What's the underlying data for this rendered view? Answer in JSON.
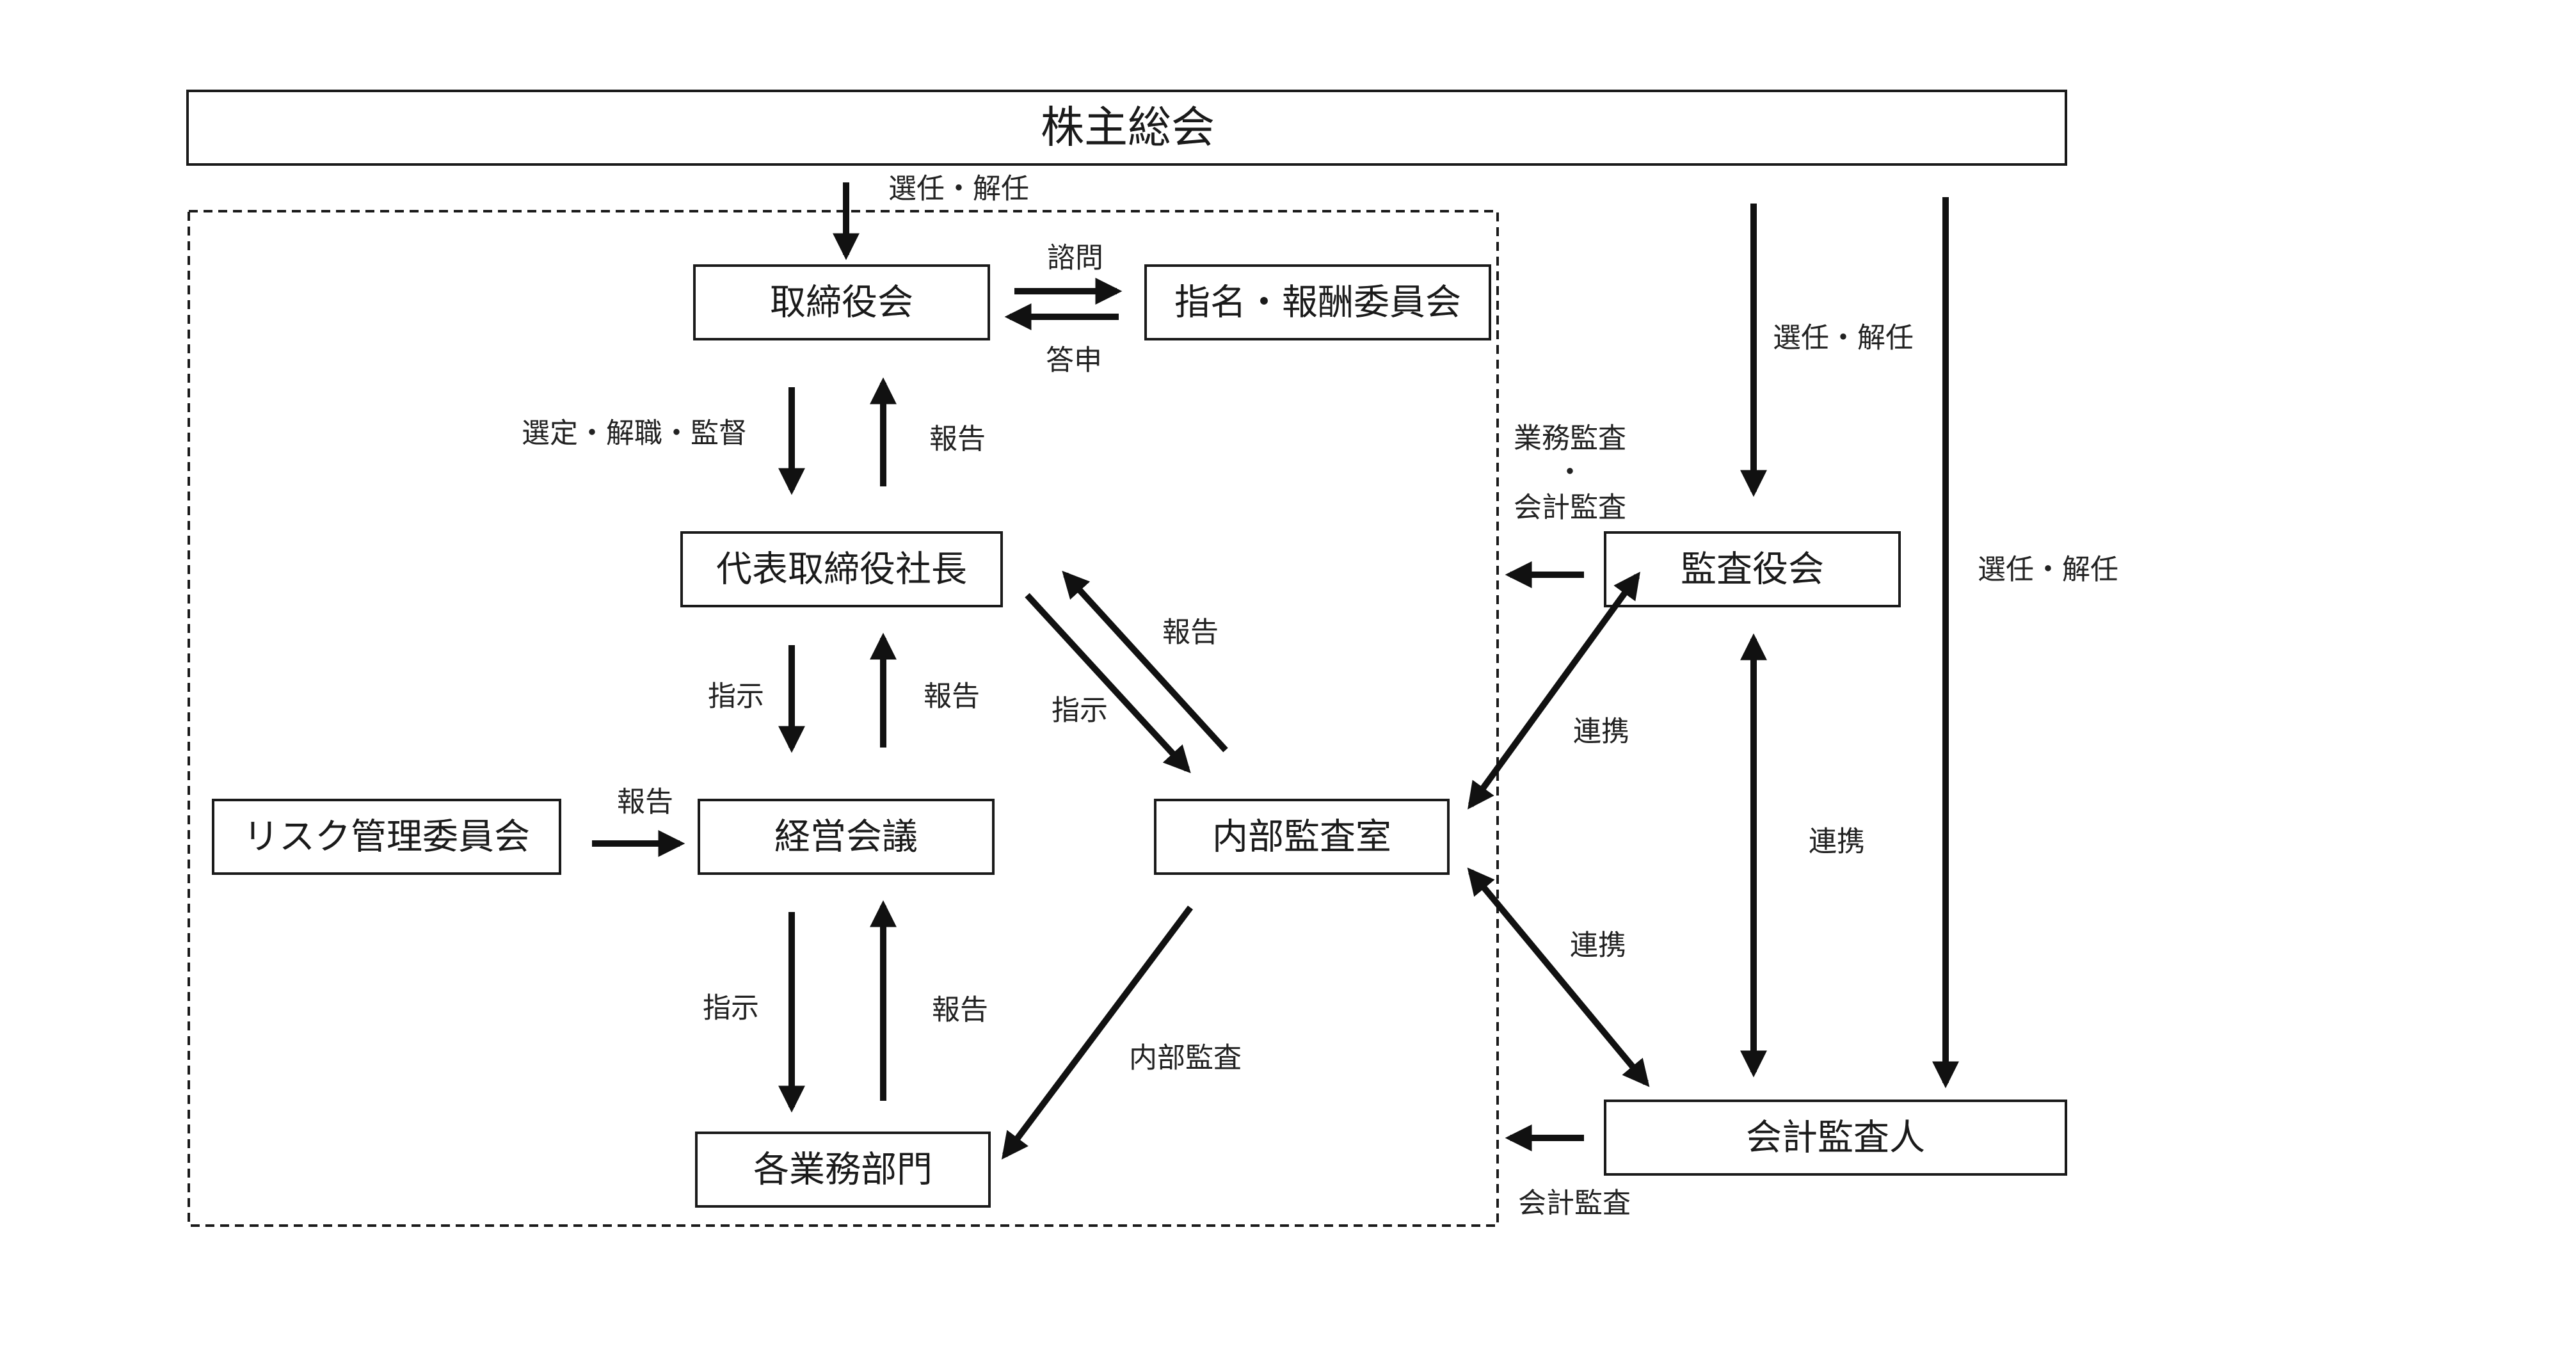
{
  "nodes": {
    "shareholders": "株主総会",
    "board": "取締役会",
    "nomination": "指名・報酬委員会",
    "president": "代表取締役社長",
    "audit_board": "監査役会",
    "risk_committee": "リスク管理委員会",
    "management_meeting": "経営会議",
    "internal_audit": "内部監査室",
    "departments": "各業務部門",
    "accounting_auditor": "会計監査人"
  },
  "edge_labels": {
    "appoint_board": "選任・解任",
    "consult": "諮問",
    "answer": "答申",
    "appoint_audit_board": "選任・解任",
    "appoint_auditor": "選任・解任",
    "select_supervise": "選定・解職・監督",
    "report_president_board": "報告",
    "business_audit_1": "業務監査",
    "business_audit_dot": "・",
    "business_audit_2": "会計監査",
    "instruct_president_mgmt": "指示",
    "report_mgmt_president": "報告",
    "instruct_president_internal": "指示",
    "report_internal_president": "報告",
    "collab_internal_audit_board": "連携",
    "collab_audit_board_auditor": "連携",
    "collab_internal_auditor": "連携",
    "report_risk_mgmt": "報告",
    "instruct_mgmt_departments": "指示",
    "report_departments_mgmt": "報告",
    "internal_audit_departments": "内部監査",
    "accounting_audit": "会計監査"
  },
  "colors": {
    "line": "#111111",
    "text": "#1a1a1a",
    "background": "#ffffff"
  }
}
